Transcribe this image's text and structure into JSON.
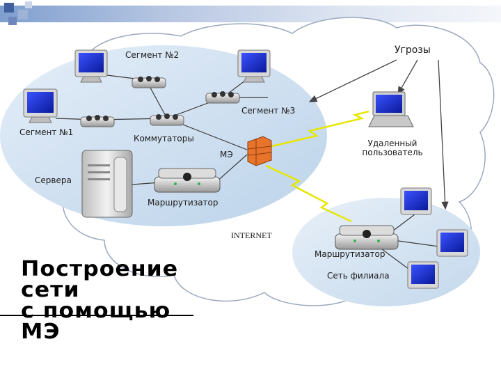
{
  "diagram": {
    "labels": {
      "segment2": "Сегмент №2",
      "segment1": "Сегмент №1",
      "segment3": "Сегмент №3",
      "switches": "Коммутаторы",
      "firewall": "МЭ",
      "servers": "Сервера",
      "router_main": "Маршрутизатор",
      "internet": "INTERNET",
      "threats": "Угрозы",
      "remote_user": "Удаленный пользователь",
      "router_branch": "Маршрутизатор",
      "branch_network": "Сеть филиала"
    },
    "title_lines": [
      "Построение",
      "сети",
      "с помощью",
      "МЭ"
    ],
    "colors": {
      "lan_ellipse": "#cfe0f0",
      "cloud_outline": "#9aa8bd",
      "lightning": "#e6e600",
      "monitor_screen": "#1a2fd8",
      "firewall_brick": "#e8732a"
    }
  }
}
